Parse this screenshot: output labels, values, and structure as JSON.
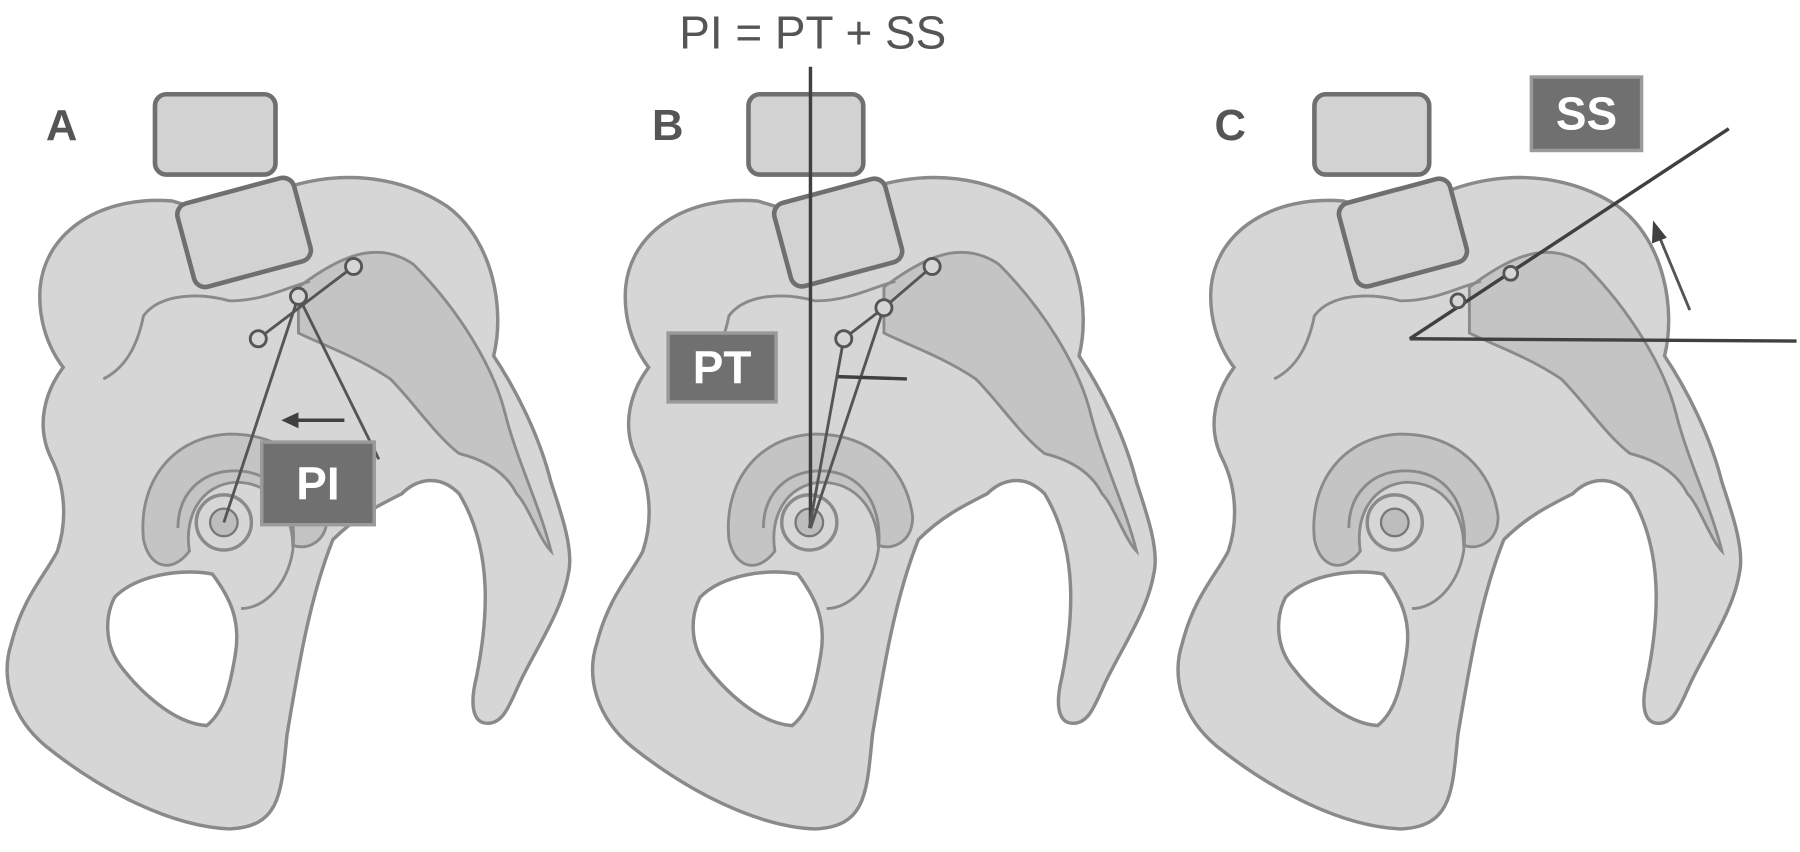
{
  "title": "PI = PT + SS",
  "panels": [
    {
      "label": "A",
      "box": "PI"
    },
    {
      "label": "B",
      "box": "PT"
    },
    {
      "label": "C",
      "box": "SS"
    }
  ]
}
